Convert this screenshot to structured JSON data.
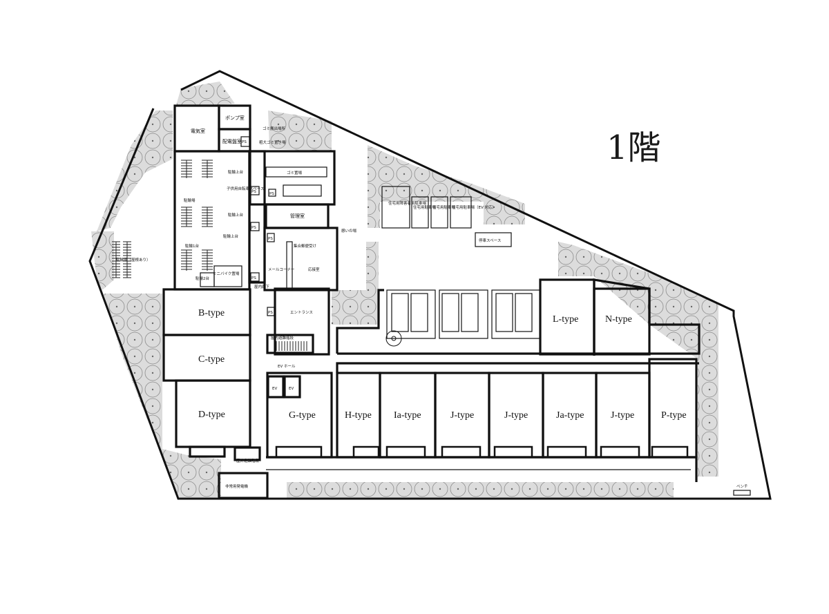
{
  "floor": {
    "title": "1階"
  },
  "units": [
    {
      "id": "b",
      "label": "B-type"
    },
    {
      "id": "c",
      "label": "C-type"
    },
    {
      "id": "d",
      "label": "D-type"
    },
    {
      "id": "g",
      "label": "G-type"
    },
    {
      "id": "h",
      "label": "H-type"
    },
    {
      "id": "ia",
      "label": "Ia-type"
    },
    {
      "id": "j1",
      "label": "J-type"
    },
    {
      "id": "j2",
      "label": "J-type"
    },
    {
      "id": "ja",
      "label": "Ja-type"
    },
    {
      "id": "j3",
      "label": "J-type"
    },
    {
      "id": "p",
      "label": "P-type"
    },
    {
      "id": "l",
      "label": "L-type"
    },
    {
      "id": "n",
      "label": "N-type"
    }
  ],
  "rooms": {
    "electric": "電気室",
    "pump": "ポンプ室",
    "power_panel": "配電盤室",
    "ps": "PS",
    "garbage_out": "ゴミ搬出場所",
    "bulky_garbage": "粗大ゴミ置き場",
    "garbage": "ゴミ置場",
    "bike_parking": "駐輪場",
    "bike_parking_roof": "駐輪場（屋根あり）",
    "kids_bike": "子供用自転車スペース",
    "bike_ramp": "駐輪上台",
    "bike_ramp2": "駐輪上台",
    "bike_rack1": "駐輪1台",
    "bike_rack2": "駐輪上台",
    "bike_rack3": "駐輪2台",
    "moped": "ミニバイク置場",
    "manager": "管理室",
    "meeting": "憩いの場",
    "concierge": "集合郵便受け",
    "mail": "メールコーナー",
    "reception": "応接室",
    "corridor": "屋内廊下",
    "entrance": "エントランス",
    "inner_stair": "屋内避難階段",
    "ev_hall": "EV ホール",
    "ev1": "EV",
    "ev2": "EV",
    "outer_stair": "屋外避難階段",
    "generator": "非常用発電機",
    "parking_disabled": "住宅用障害者用駐車場",
    "parking1": "住宅用駐車場",
    "parking2": "住宅用駐車場",
    "parking_ev": "住宅用駐車場（EV 対応）",
    "stop_space": "停車スペース",
    "bench": "ベンチ"
  }
}
